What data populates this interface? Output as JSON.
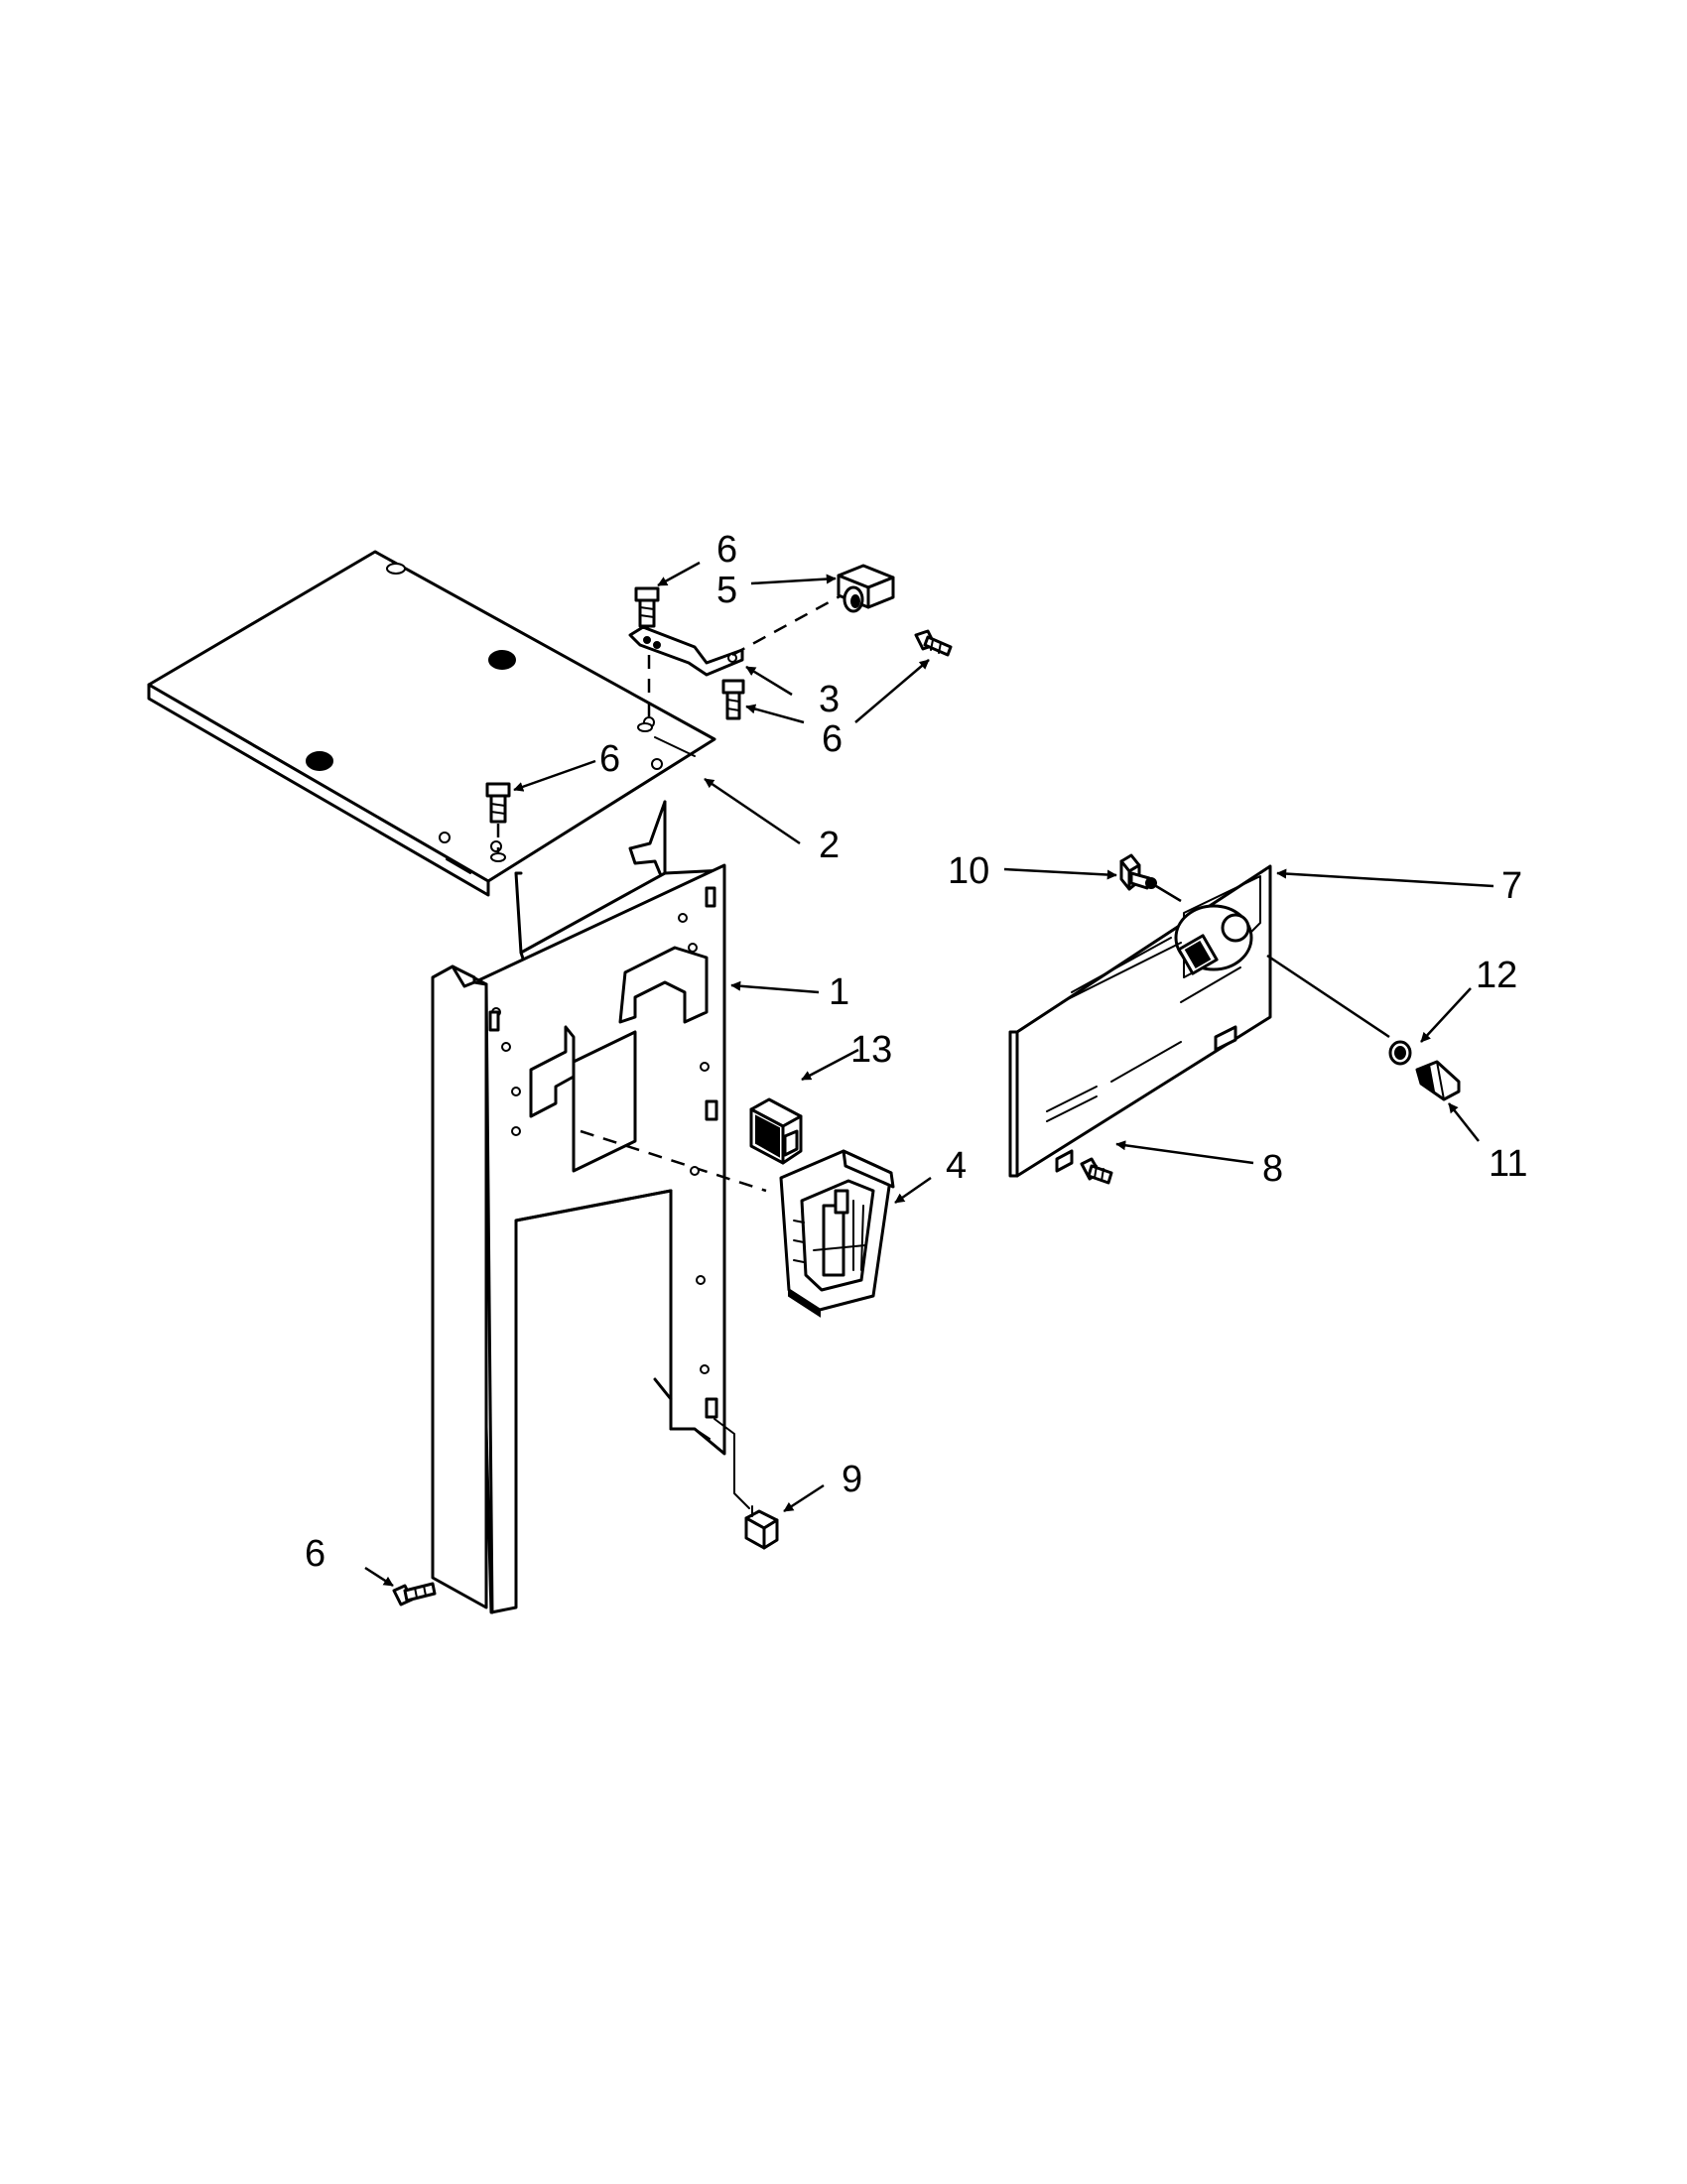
{
  "callouts": {
    "c1": "1",
    "c2": "2",
    "c3": "3",
    "c4": "4",
    "c5": "5",
    "c6a": "6",
    "c6b": "6",
    "c6c": "6",
    "c6d": "6",
    "c7": "7",
    "c8": "8",
    "c9": "9",
    "c10": "10",
    "c11": "11",
    "c12": "12",
    "c13": "13"
  }
}
